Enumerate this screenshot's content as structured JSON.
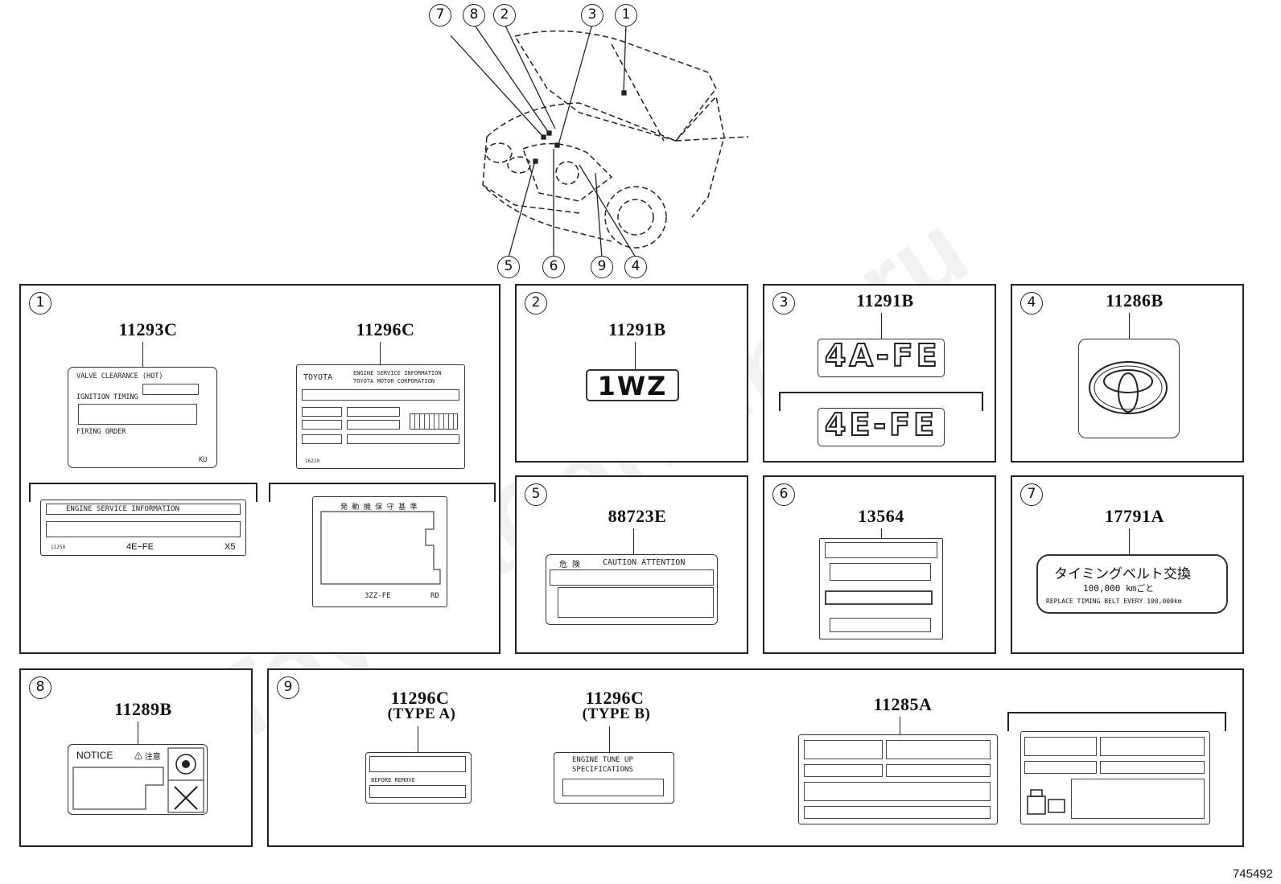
{
  "watermark": "ToyotaCarMine.ru",
  "diagram_id": "745492",
  "top_callouts": [
    "7",
    "8",
    "2",
    "3",
    "1"
  ],
  "bottom_callouts": [
    "5",
    "6",
    "9",
    "4"
  ],
  "panels": {
    "p1": {
      "badge": "1",
      "a": {
        "part": "11293C",
        "line1": "VALVE CLEARANCE (HOT)",
        "line2": "IGNITION TIMING",
        "line3": "FIRING ORDER",
        "code": "KU"
      },
      "b": {
        "part": "11296C",
        "brand": "TOYOTA",
        "line1": "ENGINE SERVICE INFORMATION",
        "line2": "TOYOTA MOTOR CORPORATION",
        "code": "16210"
      },
      "c": {
        "title": "ENGINE SERVICE INFORMATION",
        "code": "11250",
        "engine": "4E−FE",
        "suffix": "X5"
      },
      "d": {
        "title": "発 動 機 保 守 基 準",
        "engine": "3ZZ-FE",
        "code": "RD"
      }
    },
    "p2": {
      "badge": "2",
      "part": "11291B",
      "text": "1WZ"
    },
    "p3": {
      "badge": "3",
      "part": "11291B",
      "text1": "4A-FE",
      "text2": "4E-FE"
    },
    "p4": {
      "badge": "4",
      "part": "11286B"
    },
    "p5": {
      "badge": "5",
      "part": "88723E",
      "head_jp": "危  険",
      "head": "CAUTION ATTENTION"
    },
    "p6": {
      "badge": "6",
      "part": "13564"
    },
    "p7": {
      "badge": "7",
      "part": "17791A",
      "jp": "タイミングベルト交換",
      "km": "100,000  kmごと",
      "en": "REPLACE TIMING BELT EVERY 100,000km"
    },
    "p8": {
      "badge": "8",
      "part": "11289B",
      "notice": "NOTICE",
      "notice_jp": "⚠ 注意"
    },
    "p9": {
      "badge": "9",
      "a": {
        "part": "11296C",
        "type": "(TYPE A)",
        "line1": "BEFORE REMOVE"
      },
      "b": {
        "part": "11296C",
        "type": "(TYPE B)",
        "line1": "ENGINE TUNE UP",
        "line2": "SPECIFICATIONS"
      },
      "c": {
        "part": "11285A"
      }
    }
  }
}
